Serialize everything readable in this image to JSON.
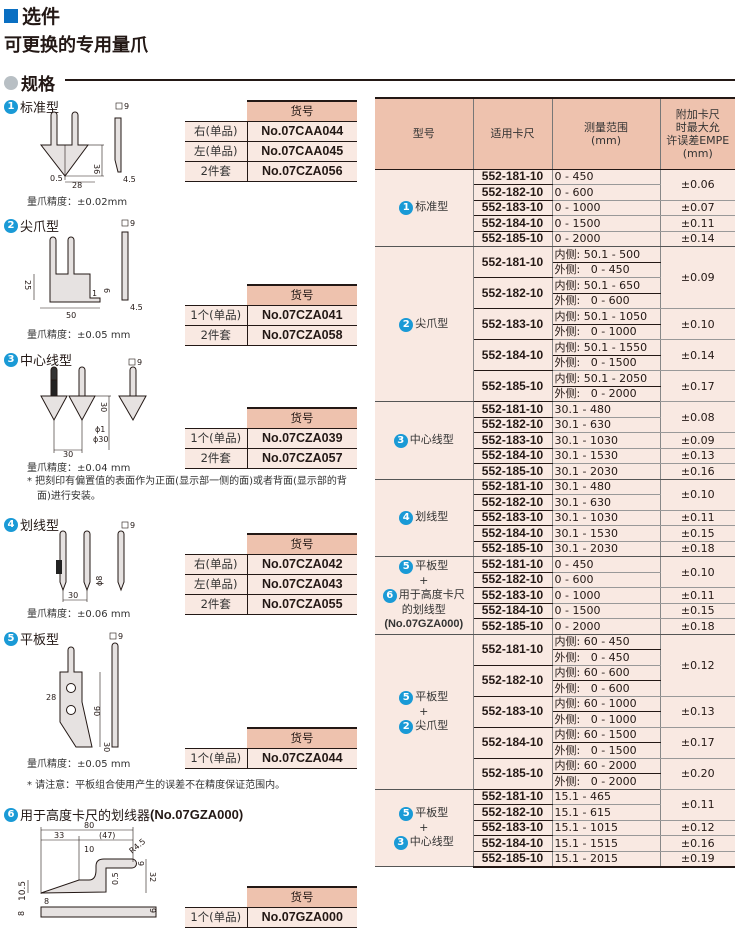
{
  "heading": "选件",
  "subheading": "可更换的专用量爪",
  "spec_heading": "规格",
  "code_header": "货号",
  "sections": [
    {
      "num": "1",
      "title": "标准型",
      "precision": "量爪精度：±0.02mm",
      "dims": [
        "9",
        "36",
        "0.5",
        "28",
        "4.5"
      ],
      "rows": [
        {
          "label": "右(单品)",
          "code": "No.07CAA044"
        },
        {
          "label": "左(单品)",
          "code": "No.07CAA045"
        },
        {
          "label": "2件套",
          "code": "No.07CZA056"
        }
      ]
    },
    {
      "num": "2",
      "title": "尖爪型",
      "precision": "量爪精度：±0.05 mm",
      "dims": [
        "9",
        "25",
        "1",
        "6",
        "50",
        "4.5"
      ],
      "rows": [
        {
          "label": "1个(单品)",
          "code": "No.07CZA041"
        },
        {
          "label": "2件套",
          "code": "No.07CZA058"
        }
      ]
    },
    {
      "num": "3",
      "title": "中心线型",
      "precision": "量爪精度：±0.04 mm",
      "dims": [
        "9",
        "30",
        "ϕ1",
        "ϕ30",
        "30"
      ],
      "note": "* 把刻印有偏置值的表面作为正面(显示部一侧的面)或者背面(显示部的背面)进行安装。",
      "rows": [
        {
          "label": "1个(单品)",
          "code": "No.07CZA039"
        },
        {
          "label": "2件套",
          "code": "No.07CZA057"
        }
      ]
    },
    {
      "num": "4",
      "title": "划线型",
      "precision": "量爪精度：±0.06 mm",
      "dims": [
        "9",
        "30",
        "ϕ8"
      ],
      "rows": [
        {
          "label": "右(单品)",
          "code": "No.07CZA042"
        },
        {
          "label": "左(单品)",
          "code": "No.07CZA043"
        },
        {
          "label": "2件套",
          "code": "No.07CZA055"
        }
      ]
    },
    {
      "num": "5",
      "title": "平板型",
      "precision": "量爪精度：±0.05 mm",
      "dims": [
        "9",
        "28",
        "90",
        "30"
      ],
      "note": "* 请注意：平板组合使用产生的误差不在精度保证范围内。",
      "rows": [
        {
          "label": "1个(单品)",
          "code": "No.07CZA044"
        }
      ]
    },
    {
      "num": "6",
      "title": "用于高度卡尺的划线器",
      "title_code": "(No.07GZA000)",
      "dims": [
        "80",
        "33",
        "(47)",
        "10",
        "R4.5",
        "9",
        "32",
        "10.5",
        "0.5",
        "8",
        "8",
        "9"
      ],
      "rows": [
        {
          "label": "1个(单品)",
          "code": "No.07GZA000"
        }
      ]
    }
  ],
  "spec_table": {
    "headers": [
      "型号",
      "适用卡尺",
      "测量范围\n(mm)",
      "附加卡尺\n时最大允\n许误差EMPE\n(mm)"
    ],
    "groups": [
      {
        "label": [
          {
            "num": "1",
            "text": "标准型"
          }
        ],
        "models": [
          {
            "model": "552-181-10",
            "ranges": [
              "0 - 450"
            ]
          },
          {
            "model": "552-182-10",
            "ranges": [
              "0 - 600"
            ]
          },
          {
            "model": "552-183-10",
            "ranges": [
              "0 - 1000"
            ]
          },
          {
            "model": "552-184-10",
            "ranges": [
              "0 - 1500"
            ]
          },
          {
            "model": "552-185-10",
            "ranges": [
              "0 - 2000"
            ]
          }
        ],
        "tolerances": [
          {
            "value": "±0.06",
            "models": 2
          },
          {
            "value": "±0.07",
            "models": 1
          },
          {
            "value": "±0.11",
            "models": 1
          },
          {
            "value": "±0.14",
            "models": 1
          }
        ]
      },
      {
        "label": [
          {
            "num": "2",
            "text": "尖爪型"
          }
        ],
        "models": [
          {
            "model": "552-181-10",
            "ranges": [
              "内侧: 50.1 - 500",
              "外侧:   0 - 450"
            ]
          },
          {
            "model": "552-182-10",
            "ranges": [
              "内侧: 50.1 - 650",
              "外侧:   0 - 600"
            ]
          },
          {
            "model": "552-183-10",
            "ranges": [
              "内侧: 50.1 - 1050",
              "外侧:   0 - 1000"
            ]
          },
          {
            "model": "552-184-10",
            "ranges": [
              "内侧: 50.1 - 1550",
              "外侧:   0 - 1500"
            ]
          },
          {
            "model": "552-185-10",
            "ranges": [
              "内侧: 50.1 - 2050",
              "外侧:   0 - 2000"
            ]
          }
        ],
        "tolerances": [
          {
            "value": "±0.09",
            "models": 2
          },
          {
            "value": "±0.10",
            "models": 1
          },
          {
            "value": "±0.14",
            "models": 1
          },
          {
            "value": "±0.17",
            "models": 1
          }
        ]
      },
      {
        "label": [
          {
            "num": "3",
            "text": "中心线型"
          }
        ],
        "models": [
          {
            "model": "552-181-10",
            "ranges": [
              "30.1 - 480"
            ]
          },
          {
            "model": "552-182-10",
            "ranges": [
              "30.1 - 630"
            ]
          },
          {
            "model": "552-183-10",
            "ranges": [
              "30.1 - 1030"
            ]
          },
          {
            "model": "552-184-10",
            "ranges": [
              "30.1 - 1530"
            ]
          },
          {
            "model": "552-185-10",
            "ranges": [
              "30.1 - 2030"
            ]
          }
        ],
        "tolerances": [
          {
            "value": "±0.08",
            "models": 2
          },
          {
            "value": "±0.09",
            "models": 1
          },
          {
            "value": "±0.13",
            "models": 1
          },
          {
            "value": "±0.16",
            "models": 1
          }
        ]
      },
      {
        "label": [
          {
            "num": "4",
            "text": "划线型"
          }
        ],
        "models": [
          {
            "model": "552-181-10",
            "ranges": [
              "30.1 - 480"
            ]
          },
          {
            "model": "552-182-10",
            "ranges": [
              "30.1 - 630"
            ]
          },
          {
            "model": "552-183-10",
            "ranges": [
              "30.1 - 1030"
            ]
          },
          {
            "model": "552-184-10",
            "ranges": [
              "30.1 - 1530"
            ]
          },
          {
            "model": "552-185-10",
            "ranges": [
              "30.1 - 2030"
            ]
          }
        ],
        "tolerances": [
          {
            "value": "±0.10",
            "models": 2
          },
          {
            "value": "±0.11",
            "models": 1
          },
          {
            "value": "±0.15",
            "models": 1
          },
          {
            "value": "±0.18",
            "models": 1
          }
        ]
      },
      {
        "label": [
          {
            "num": "5",
            "text": "平板型"
          },
          {
            "text": "+"
          },
          {
            "num": "6",
            "text": "用于高度卡尺"
          },
          {
            "text": "的划线型"
          },
          {
            "text": "(No.07GZA000)",
            "bold": true
          }
        ],
        "models": [
          {
            "model": "552-181-10",
            "ranges": [
              "0 - 450"
            ]
          },
          {
            "model": "552-182-10",
            "ranges": [
              "0 - 600"
            ]
          },
          {
            "model": "552-183-10",
            "ranges": [
              "0 - 1000"
            ]
          },
          {
            "model": "552-184-10",
            "ranges": [
              "0 - 1500"
            ]
          },
          {
            "model": "552-185-10",
            "ranges": [
              "0 - 2000"
            ]
          }
        ],
        "tolerances": [
          {
            "value": "±0.10",
            "models": 2
          },
          {
            "value": "±0.11",
            "models": 1
          },
          {
            "value": "±0.15",
            "models": 1
          },
          {
            "value": "±0.18",
            "models": 1
          }
        ]
      },
      {
        "label": [
          {
            "num": "5",
            "text": "平板型"
          },
          {
            "text": "+"
          },
          {
            "num": "2",
            "text": "尖爪型"
          }
        ],
        "models": [
          {
            "model": "552-181-10",
            "ranges": [
              "内侧: 60 - 450",
              "外侧:   0 - 450"
            ]
          },
          {
            "model": "552-182-10",
            "ranges": [
              "内侧: 60 - 600",
              "外侧:   0 - 600"
            ]
          },
          {
            "model": "552-183-10",
            "ranges": [
              "内侧: 60 - 1000",
              "外侧:   0 - 1000"
            ]
          },
          {
            "model": "552-184-10",
            "ranges": [
              "内侧: 60 - 1500",
              "外侧:   0 - 1500"
            ]
          },
          {
            "model": "552-185-10",
            "ranges": [
              "内侧: 60 - 2000",
              "外侧:   0 - 2000"
            ]
          }
        ],
        "tolerances": [
          {
            "value": "±0.12",
            "models": 2
          },
          {
            "value": "±0.13",
            "models": 1
          },
          {
            "value": "±0.17",
            "models": 1
          },
          {
            "value": "±0.20",
            "models": 1
          }
        ]
      },
      {
        "label": [
          {
            "num": "5",
            "text": "平板型"
          },
          {
            "text": "+"
          },
          {
            "num": "3",
            "text": "中心线型"
          }
        ],
        "models": [
          {
            "model": "552-181-10",
            "ranges": [
              "15.1 - 465"
            ]
          },
          {
            "model": "552-182-10",
            "ranges": [
              "15.1 - 615"
            ]
          },
          {
            "model": "552-183-10",
            "ranges": [
              "15.1 - 1015"
            ]
          },
          {
            "model": "552-184-10",
            "ranges": [
              "15.1 - 1515"
            ]
          },
          {
            "model": "552-185-10",
            "ranges": [
              "15.1 - 2015"
            ]
          }
        ],
        "tolerances": [
          {
            "value": "±0.11",
            "models": 2
          },
          {
            "value": "±0.12",
            "models": 1
          },
          {
            "value": "±0.16",
            "models": 1
          },
          {
            "value": "±0.19",
            "models": 1
          }
        ]
      }
    ]
  }
}
